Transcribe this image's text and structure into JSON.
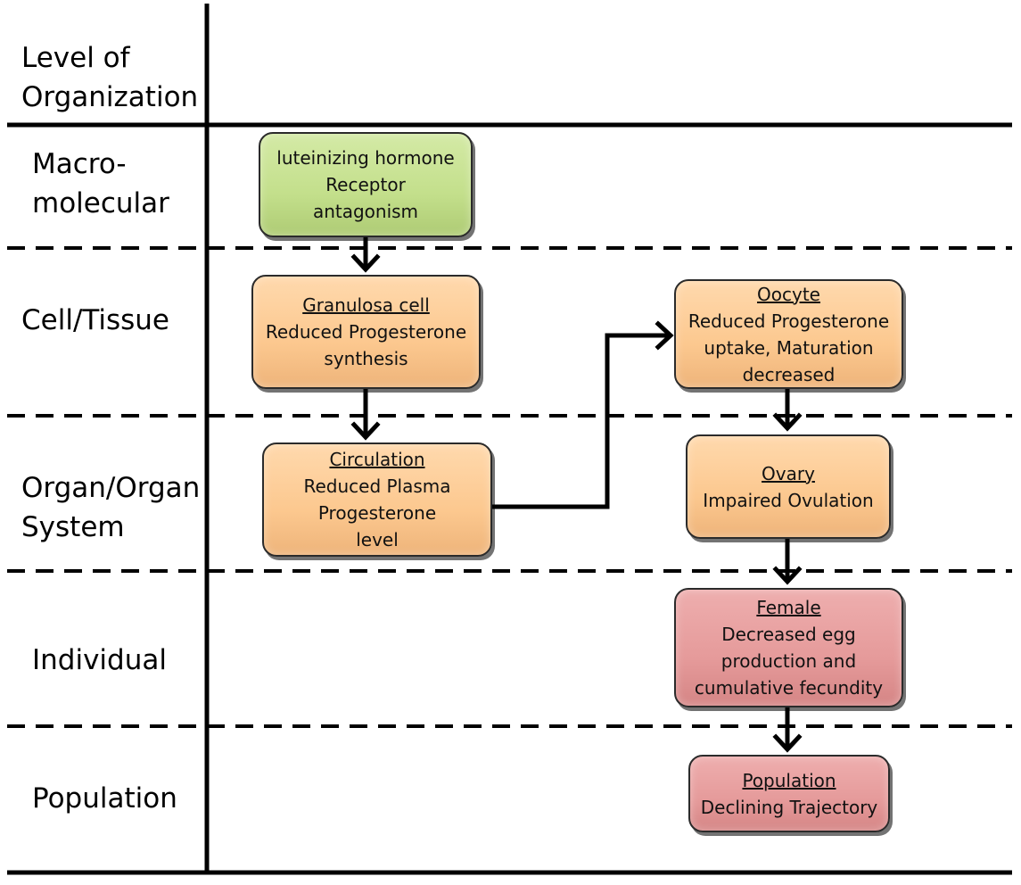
{
  "header": {
    "level_of_organization": "Level of\nOrganization"
  },
  "levels": [
    {
      "id": "macro",
      "label": "Macro-\nmolecular"
    },
    {
      "id": "cell",
      "label": "Cell/Tissue"
    },
    {
      "id": "organ",
      "label": "Organ/Organ\nSystem"
    },
    {
      "id": "individual",
      "label": "Individual"
    },
    {
      "id": "population",
      "label": "Population"
    }
  ],
  "boxes": {
    "mie": {
      "title": "",
      "body": "luteinizing hormone\nReceptor\nantagonism"
    },
    "granulosa": {
      "title": "Granulosa cell",
      "body": "Reduced Progesterone\nsynthesis"
    },
    "circulation": {
      "title": "Circulation",
      "body": "Reduced Plasma\nProgesterone\nlevel"
    },
    "oocyte": {
      "title": "Oocyte",
      "body": "Reduced Progesterone\nuptake, Maturation\ndecreased"
    },
    "ovary": {
      "title": "Ovary",
      "body": "Impaired Ovulation"
    },
    "female": {
      "title": "Female",
      "body": "Decreased egg\nproduction and\ncumulative fecundity"
    },
    "population": {
      "title": "Population",
      "body": "Declining Trajectory"
    }
  },
  "colors": {
    "molecular_initiating_event": "#c3df8b",
    "key_event": "#fcc88f",
    "adverse_outcome": "#e59a9a",
    "lines": "#000000"
  }
}
